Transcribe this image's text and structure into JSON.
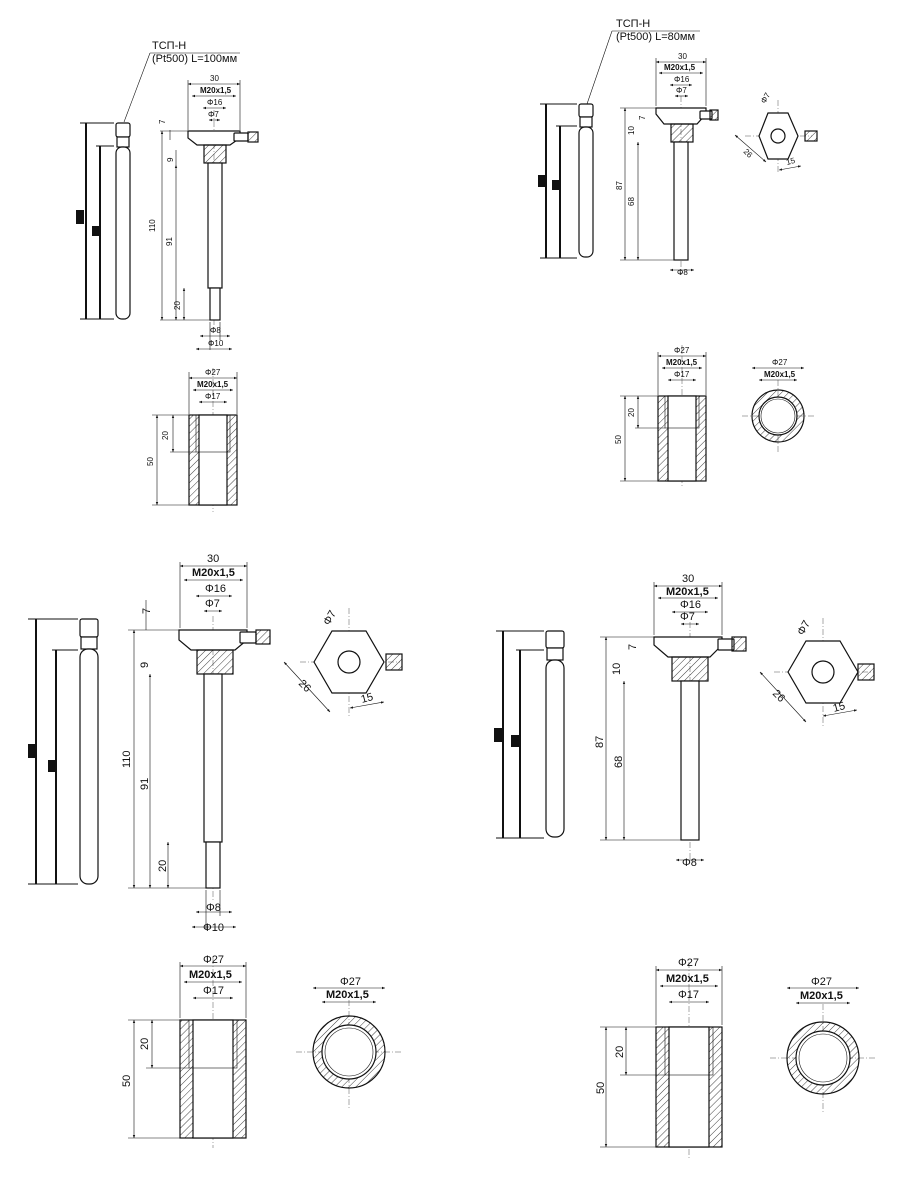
{
  "views": {
    "top_left": {
      "sensor_label_1": "ТСП-Н",
      "sensor_label_2": "(Pt500) L=100мм",
      "d30": "30",
      "thread": "М20х1,5",
      "d16": "Φ16",
      "d7": "Φ7",
      "h7": "7",
      "h9": "9",
      "h110": "110",
      "h91": "91",
      "h20": "20",
      "d8": "Φ8",
      "d10": "Φ10",
      "sleeve_d27": "Φ27",
      "sleeve_thread": "М20х1,5",
      "sleeve_d17": "Φ17",
      "sleeve_h20": "20",
      "sleeve_h50": "50"
    },
    "top_right": {
      "sensor_label_1": "ТСП-Н",
      "sensor_label_2": "(Pt500) L=80мм",
      "d30": "30",
      "thread": "М20х1,5",
      "d16": "Φ16",
      "d7": "Φ7",
      "h7": "7",
      "h10": "10",
      "h87": "87",
      "h68": "68",
      "d8": "Φ8",
      "hex_d7": "Φ7",
      "hex_26": "26",
      "hex_15": "15",
      "sleeve_d27": "Φ27",
      "sleeve_thread": "М20х1,5",
      "sleeve_d17": "Φ17",
      "sleeve_h20": "20",
      "sleeve_h50": "50",
      "ring_d27": "Φ27",
      "ring_thread": "М20х1,5"
    },
    "bottom_left": {
      "d30": "30",
      "thread": "М20х1,5",
      "d16": "Φ16",
      "d7": "Φ7",
      "h7": "7",
      "h9": "9",
      "h110": "110",
      "h91": "91",
      "h20": "20",
      "d8": "Φ8",
      "d10": "Φ10",
      "hex_d7": "Φ7",
      "hex_26": "26",
      "hex_15": "15",
      "sleeve_d27": "Φ27",
      "sleeve_thread": "М20х1,5",
      "sleeve_d17": "Φ17",
      "sleeve_h20": "20",
      "sleeve_h50": "50",
      "ring_d27": "Φ27",
      "ring_thread": "М20х1,5"
    },
    "bottom_right": {
      "d30": "30",
      "thread": "М20х1,5",
      "d16": "Φ16",
      "d7": "Φ7",
      "h7": "7",
      "h10": "10",
      "h87": "87",
      "h68": "68",
      "d8": "Φ8",
      "hex_d7": "Φ7",
      "hex_26": "26",
      "hex_15": "15",
      "sleeve_d27": "Φ27",
      "sleeve_thread": "М20х1,5",
      "sleeve_d17": "Φ17",
      "sleeve_h20": "20",
      "sleeve_h50": "50",
      "ring_d27": "Φ27",
      "ring_thread": "М20х1,5"
    }
  }
}
